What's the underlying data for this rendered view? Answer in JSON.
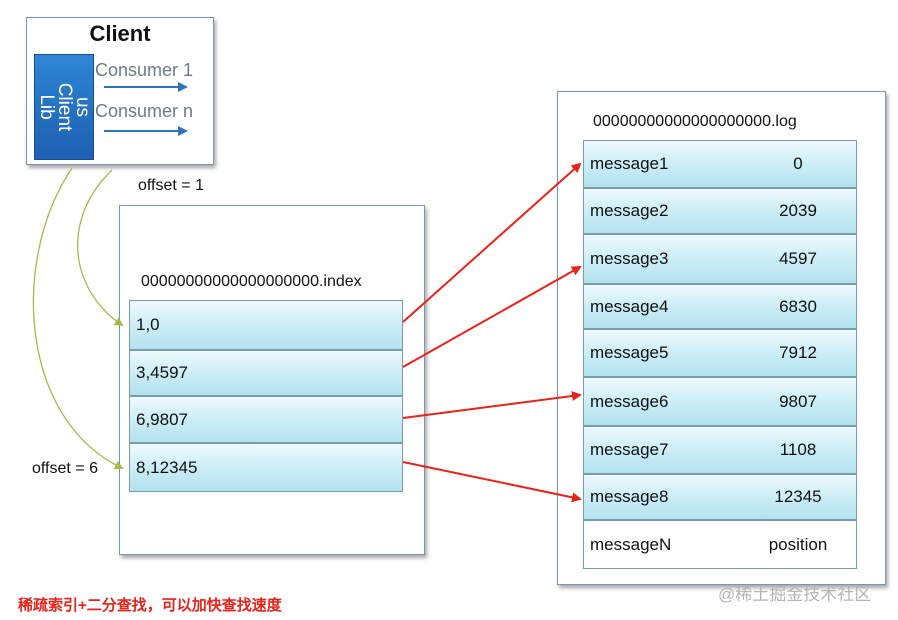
{
  "client": {
    "title": "Client",
    "lib_label": "us\nClient\nLib",
    "consumers": [
      "Consumer 1",
      "Consumer n"
    ]
  },
  "offset_labels": [
    "offset = 1",
    "offset = 6"
  ],
  "index": {
    "filename": "00000000000000000000.index",
    "entries": [
      "1,0",
      "3,4597",
      "6,9807",
      "8,12345"
    ]
  },
  "log": {
    "filename": "00000000000000000000.log",
    "entries": [
      {
        "message": "message1",
        "position": "0"
      },
      {
        "message": "message2",
        "position": "2039"
      },
      {
        "message": "message3",
        "position": "4597"
      },
      {
        "message": "message4",
        "position": "6830"
      },
      {
        "message": "message5",
        "position": "7912"
      },
      {
        "message": "message6",
        "position": "9807"
      },
      {
        "message": "message7",
        "position": "1108"
      },
      {
        "message": "message8",
        "position": "12345"
      },
      {
        "message": "messageN",
        "position": "position"
      }
    ]
  },
  "caption": "稀疏索引+二分查找，可以加快查找速度",
  "watermark": "@稀土掘金技术社区",
  "colors": {
    "arrow_red": "#e8231a",
    "arrow_blue": "#2f73b8",
    "curve_green": "#a9b84a",
    "row_fill": "#c9ecf6"
  }
}
